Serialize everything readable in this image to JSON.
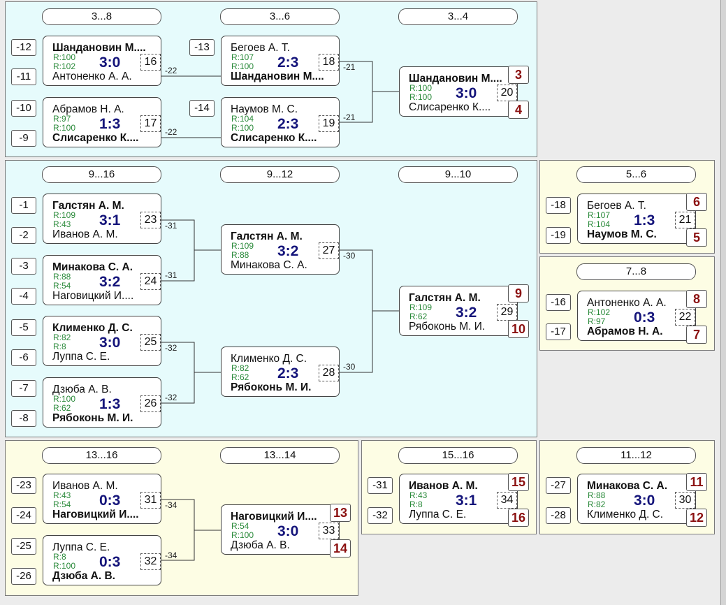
{
  "panels": [
    {
      "id": "p38",
      "color": "blue"
    },
    {
      "id": "p916",
      "color": "blue"
    },
    {
      "id": "p56",
      "color": "yellow"
    },
    {
      "id": "p78",
      "color": "yellow"
    },
    {
      "id": "p1316",
      "color": "yellow"
    },
    {
      "id": "p1516",
      "color": "yellow"
    },
    {
      "id": "p1112",
      "color": "yellow"
    }
  ],
  "headers": [
    "3...8",
    "3...6",
    "3...4",
    "9...16",
    "9...12",
    "9...10",
    "5...6",
    "7...8",
    "13...16",
    "13...14",
    "15...16",
    "11...12"
  ],
  "seeds": [
    "-12",
    "-11",
    "-10",
    "-9",
    "-13",
    "-14",
    "-1",
    "-2",
    "-3",
    "-4",
    "-5",
    "-6",
    "-7",
    "-8",
    "-18",
    "-19",
    "-16",
    "-17",
    "-23",
    "-24",
    "-25",
    "-26",
    "-31",
    "-32",
    "-27",
    "-28"
  ],
  "matches": [
    {
      "p1": "Шандановин М....",
      "p1_win": true,
      "r1": "R:100",
      "p2": "Антоненко А. А.",
      "p2_win": false,
      "r2": "R:102",
      "score": "3:0",
      "num": "16"
    },
    {
      "p1": "Абрамов Н. А.",
      "p1_win": false,
      "r1": "R:97",
      "p2": "Слисаренко К....",
      "p2_win": true,
      "r2": "R:100",
      "score": "1:3",
      "num": "17"
    },
    {
      "p1": "Бегоев А. Т.",
      "p1_win": false,
      "r1": "R:107",
      "p2": "Шандановин М....",
      "p2_win": true,
      "r2": "R:100",
      "score": "2:3",
      "num": "18"
    },
    {
      "p1": "Наумов М. С.",
      "p1_win": false,
      "r1": "R:104",
      "p2": "Слисаренко К....",
      "p2_win": true,
      "r2": "R:100",
      "score": "2:3",
      "num": "19"
    },
    {
      "p1": "Шандановин М....",
      "p1_win": true,
      "r1": "R:100",
      "p2": "Слисаренко К....",
      "p2_win": false,
      "r2": "R:100",
      "score": "3:0",
      "num": "20"
    },
    {
      "p1": "Галстян А. М.",
      "p1_win": true,
      "r1": "R:109",
      "p2": "Иванов А. М.",
      "p2_win": false,
      "r2": "R:43",
      "score": "3:1",
      "num": "23"
    },
    {
      "p1": "Минакова С. А.",
      "p1_win": true,
      "r1": "R:88",
      "p2": "Наговицкий И....",
      "p2_win": false,
      "r2": "R:54",
      "score": "3:2",
      "num": "24"
    },
    {
      "p1": "Клименко Д. С.",
      "p1_win": true,
      "r1": "R:82",
      "p2": "Луппа С. Е.",
      "p2_win": false,
      "r2": "R:8",
      "score": "3:0",
      "num": "25"
    },
    {
      "p1": "Дзюба А. В.",
      "p1_win": false,
      "r1": "R:100",
      "p2": "Рябоконь М. И.",
      "p2_win": true,
      "r2": "R:62",
      "score": "1:3",
      "num": "26"
    },
    {
      "p1": "Галстян А. М.",
      "p1_win": true,
      "r1": "R:109",
      "p2": "Минакова С. А.",
      "p2_win": false,
      "r2": "R:88",
      "score": "3:2",
      "num": "27"
    },
    {
      "p1": "Клименко Д. С.",
      "p1_win": false,
      "r1": "R:82",
      "p2": "Рябоконь М. И.",
      "p2_win": true,
      "r2": "R:62",
      "score": "2:3",
      "num": "28"
    },
    {
      "p1": "Галстян А. М.",
      "p1_win": true,
      "r1": "R:109",
      "p2": "Рябоконь М. И.",
      "p2_win": false,
      "r2": "R:62",
      "score": "3:2",
      "num": "29"
    },
    {
      "p1": "Бегоев А. Т.",
      "p1_win": false,
      "r1": "R:107",
      "p2": "Наумов М. С.",
      "p2_win": true,
      "r2": "R:104",
      "score": "1:3",
      "num": "21"
    },
    {
      "p1": "Антоненко А. А.",
      "p1_win": false,
      "r1": "R:102",
      "p2": "Абрамов Н. А.",
      "p2_win": true,
      "r2": "R:97",
      "score": "0:3",
      "num": "22"
    },
    {
      "p1": "Иванов А. М.",
      "p1_win": false,
      "r1": "R:43",
      "p2": "Наговицкий И....",
      "p2_win": true,
      "r2": "R:54",
      "score": "0:3",
      "num": "31"
    },
    {
      "p1": "Луппа С. Е.",
      "p1_win": false,
      "r1": "R:8",
      "p2": "Дзюба А. В.",
      "p2_win": true,
      "r2": "R:100",
      "score": "0:3",
      "num": "32"
    },
    {
      "p1": "Наговицкий И....",
      "p1_win": true,
      "r1": "R:54",
      "p2": "Дзюба А. В.",
      "p2_win": false,
      "r2": "R:100",
      "score": "3:0",
      "num": "33"
    },
    {
      "p1": "Иванов А. М.",
      "p1_win": true,
      "r1": "R:43",
      "p2": "Луппа С. Е.",
      "p2_win": false,
      "r2": "R:8",
      "score": "3:1",
      "num": "34"
    },
    {
      "p1": "Минакова С. А.",
      "p1_win": true,
      "r1": "R:88",
      "p2": "Клименко Д. С.",
      "p2_win": false,
      "r2": "R:82",
      "score": "3:0",
      "num": "30"
    }
  ],
  "places": [
    "3",
    "4",
    "9",
    "10",
    "6",
    "5",
    "8",
    "7",
    "13",
    "14",
    "15",
    "16",
    "11",
    "12"
  ],
  "line_labels": [
    "-22",
    "-22",
    "-21",
    "-21",
    "-31",
    "-31",
    "-32",
    "-32",
    "-30",
    "-30",
    "-34",
    "-34"
  ],
  "colors": {
    "panel_blue": "#e6fbfc",
    "panel_yellow": "#fdfde4",
    "score": "#14147a",
    "rating": "#2a8a3a",
    "place": "#8b1010"
  }
}
